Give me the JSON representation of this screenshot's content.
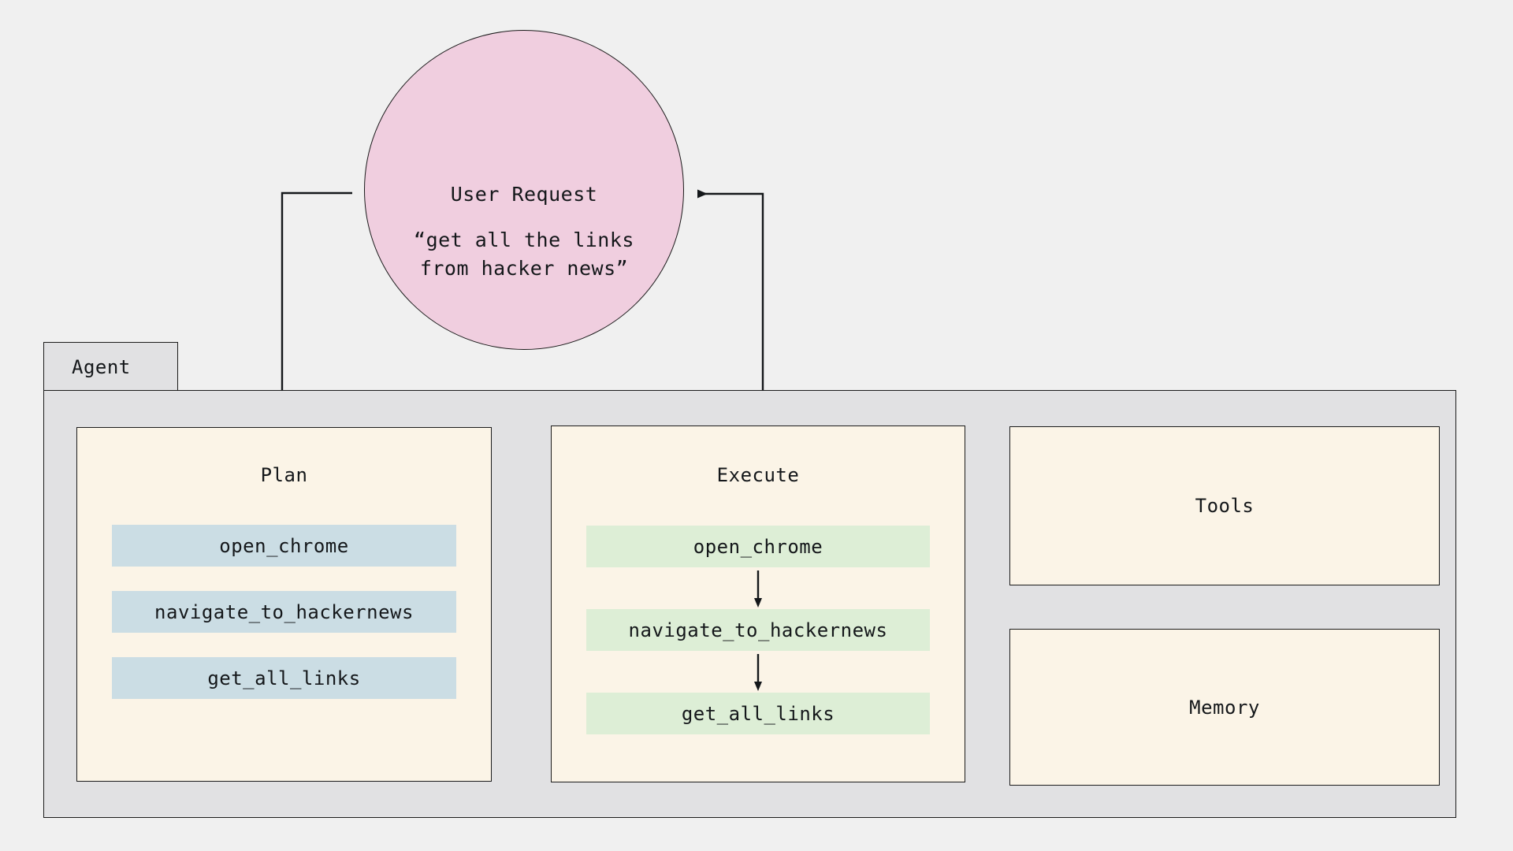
{
  "diagram": {
    "background_color": "#F0F0F0",
    "user_request": {
      "title": "User Request",
      "quote": "“get all the links\nfrom hacker news”",
      "fill_color": "#F0CEDF",
      "stroke_color": "#1b1b1b"
    },
    "agent": {
      "tab_label": "Agent",
      "fill_color": "#E1E1E3",
      "stroke_color": "#1b1b1b"
    },
    "panels": {
      "plan": {
        "title": "Plan",
        "fill_color": "#FBF4E7",
        "chip_color": "#CBDDE4",
        "steps": [
          "open_chrome",
          "navigate_to_hackernews",
          "get_all_links"
        ]
      },
      "execute": {
        "title": "Execute",
        "fill_color": "#FBF4E7",
        "chip_color": "#DDEED6",
        "steps": [
          "open_chrome",
          "navigate_to_hackernews",
          "get_all_links"
        ]
      },
      "tools": {
        "title": "Tools",
        "fill_color": "#FBF4E7"
      },
      "memory": {
        "title": "Memory",
        "fill_color": "#FBF4E7"
      }
    },
    "connectors": [
      {
        "name": "user-request-to-plan",
        "from": "User Request",
        "to": "Plan",
        "direction": "down"
      },
      {
        "name": "plan-to-execute",
        "from": "Plan",
        "to": "Execute",
        "direction": "right"
      },
      {
        "name": "execute-to-user-request",
        "from": "Execute",
        "to": "User Request",
        "direction": "up-left"
      },
      {
        "name": "execute-step-1-to-2",
        "from": "open_chrome",
        "to": "navigate_to_hackernews",
        "direction": "down"
      },
      {
        "name": "execute-step-2-to-3",
        "from": "navigate_to_hackernews",
        "to": "get_all_links",
        "direction": "down"
      }
    ]
  }
}
